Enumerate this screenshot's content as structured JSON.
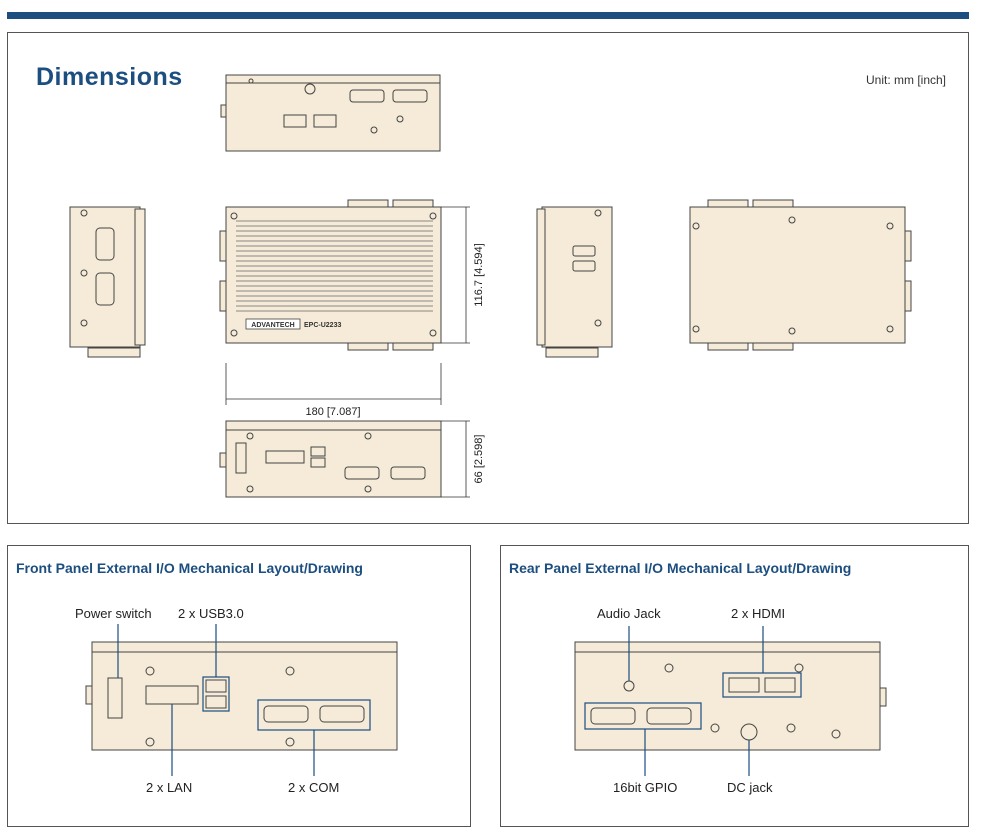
{
  "dimensions": {
    "title": "Dimensions",
    "unit": "Unit: mm [inch]",
    "width_label": "180 [7.087]",
    "depth_label": "116.7 [4.594]",
    "height_label": "66 [2.598]",
    "brand_text": "ADVANTECH",
    "model_text": "EPC-U2233"
  },
  "front_panel": {
    "title": "Front Panel External I/O Mechanical Layout/Drawing",
    "callouts": {
      "power_switch": "Power switch",
      "usb": "2 x USB3.0",
      "lan": "2 x LAN",
      "com": "2 x COM"
    }
  },
  "rear_panel": {
    "title": "Rear Panel External I/O Mechanical Layout/Drawing",
    "callouts": {
      "audio": "Audio Jack",
      "hdmi": "2 x HDMI",
      "gpio": "16bit GPIO",
      "dc": "DC jack"
    }
  },
  "colors": {
    "accent": "#1c4e80",
    "chassis": "#f5ebd8",
    "line": "#444444"
  }
}
